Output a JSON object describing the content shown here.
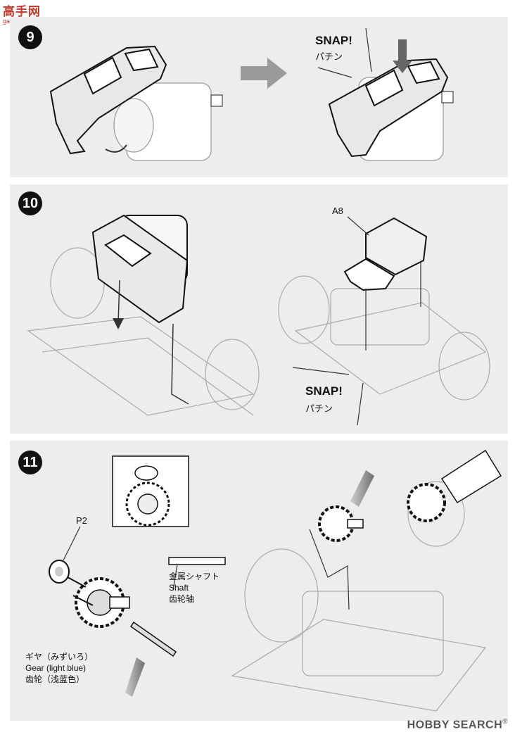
{
  "header": {
    "site_logo": "高手网",
    "site_url": "gao-shou.com"
  },
  "steps": [
    {
      "number": "9",
      "snap_label": "SNAP!",
      "snap_jp": "パチン"
    },
    {
      "number": "10",
      "part_label": "A8",
      "snap_label": "SNAP!",
      "snap_jp": "パチン"
    },
    {
      "number": "11",
      "part_label": "P2",
      "shaft_jp": "金属シャフト",
      "shaft_en": "Shaft",
      "shaft_cn": "齿轮轴",
      "gear_jp": "ギヤ（みずいろ）",
      "gear_en": "Gear (light blue)",
      "gear_cn": "齿轮（浅蓝色）"
    }
  ],
  "watermark": {
    "brand": "HOBBY SEARCH",
    "registered": "®"
  },
  "colors": {
    "panel": "#ededed",
    "step_badge": "#111111",
    "logo": "#c0392b",
    "arrow_grey": "#8a8a8a"
  }
}
